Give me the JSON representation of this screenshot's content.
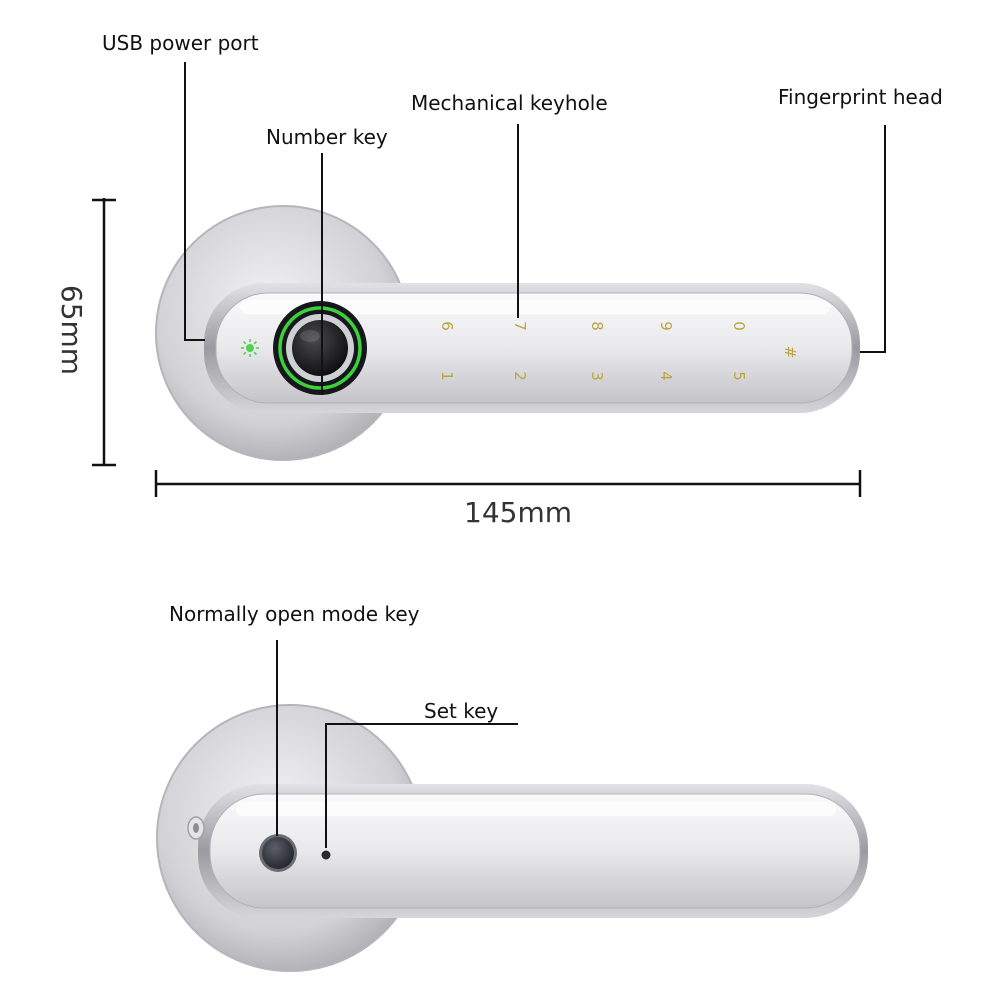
{
  "callouts": {
    "usb_power_port": "USB power port",
    "number_key": "Number key",
    "mechanical_keyhole": "Mechanical keyhole",
    "fingerprint_head": "Fingerprint head",
    "normally_open_mode_key": "Normally open mode key",
    "set_key": "Set key"
  },
  "dimensions": {
    "height": "65mm",
    "width": "145mm"
  },
  "keypad": {
    "top_row": [
      "6",
      "7",
      "8",
      "9",
      "0"
    ],
    "bottom_row": [
      "1",
      "2",
      "3",
      "4",
      "5"
    ],
    "hash": "#"
  },
  "colors": {
    "fingerprint_ring": "#3cd23c",
    "key_digits": "#b8a640",
    "status_led": "#4fd24f",
    "metal_light": "#f4f4f6",
    "metal_dark": "#9a9aa0"
  },
  "icons": {
    "status_led": "sun-icon",
    "fingerprint_sensor": "fingerprint-sensor-icon",
    "open_mode_button": "round-button-icon",
    "set_pinhole": "pinhole-icon",
    "screw": "screw-icon"
  }
}
